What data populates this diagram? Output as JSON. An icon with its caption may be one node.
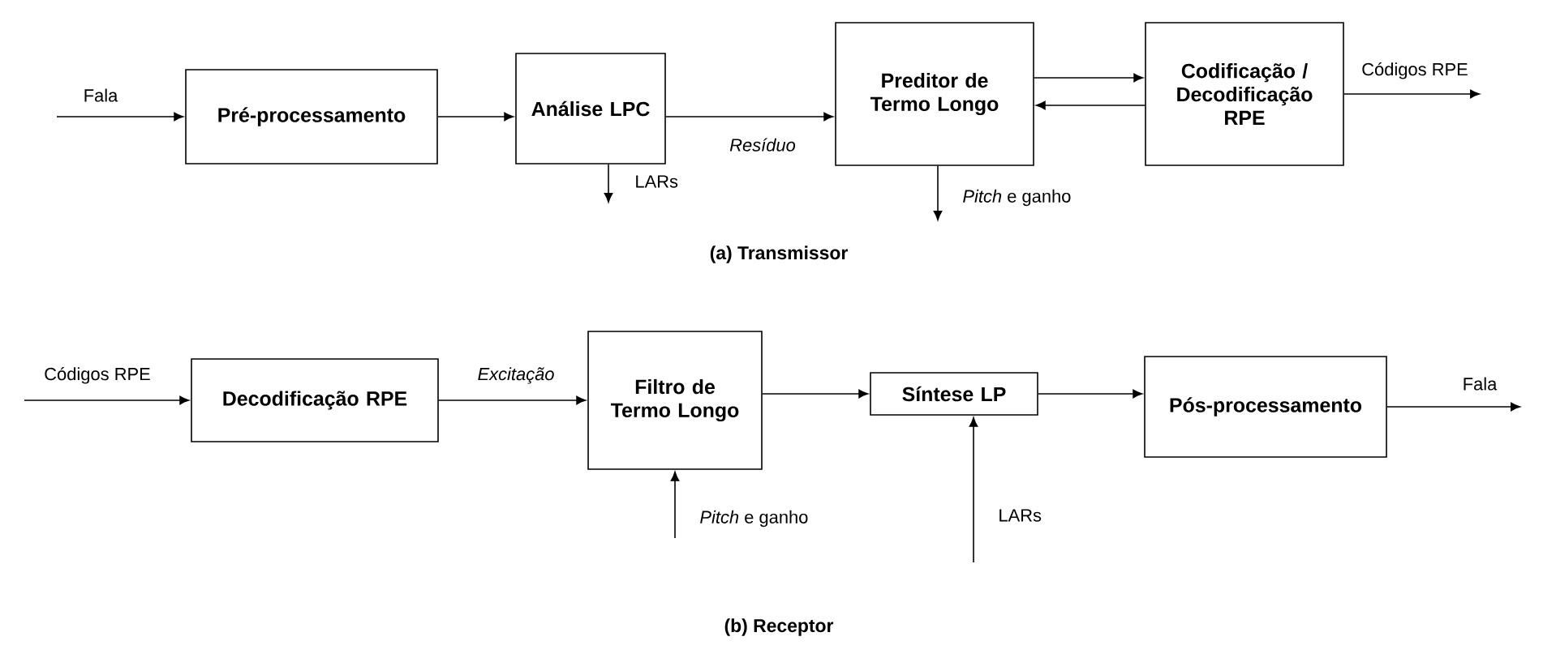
{
  "diagram": {
    "nodes": [
      {
        "text": [
          "Pré-processamento"
        ]
      },
      {
        "text": [
          "Análise LPC"
        ]
      },
      {
        "text": [
          "Preditor de Termo Longo"
        ]
      },
      {
        "text": [
          "Codificação / Decodificação RPE"
        ]
      },
      {
        "text": [
          "Decodificação RPE"
        ]
      },
      {
        "text": [
          "Filtro de Termo Longo"
        ]
      },
      {
        "text": [
          "Síntese LP"
        ]
      },
      {
        "text": [
          "Pós-processamento"
        ]
      }
    ],
    "edges": [
      {
        "from": null,
        "to": 0,
        "arrow": "to",
        "label": "Fala"
      },
      {
        "from": 0,
        "to": 1,
        "arrow": "to"
      },
      {
        "from": 1,
        "to": 2,
        "arrow": "to",
        "label": "*Resíduo*"
      },
      {
        "from": 2,
        "to": 3,
        "arrow": "to"
      },
      {
        "from": 3,
        "to": 2,
        "arrow": "to"
      },
      {
        "from": 3,
        "to": null,
        "arrow": "to",
        "label": "Códigos RPE"
      },
      {
        "from": 1,
        "to": null,
        "arrow": "to",
        "label": "LARs"
      },
      {
        "from": 2,
        "to": null,
        "arrow": "to",
        "label": "*Pitch* e ganho"
      },
      {
        "from": null,
        "to": 4,
        "arrow": "to",
        "label": "Códigos RPE"
      },
      {
        "from": 4,
        "to": 5,
        "arrow": "to",
        "label": "*Excitação*"
      },
      {
        "from": 5,
        "to": 6,
        "arrow": "to"
      },
      {
        "from": 6,
        "to": 7,
        "arrow": "to"
      },
      {
        "from": 7,
        "to": null,
        "arrow": "to",
        "label": "Fala"
      },
      {
        "from": null,
        "to": 5,
        "arrow": "to",
        "label": "*Pitch* e ganho"
      },
      {
        "from": null,
        "to": 6,
        "arrow": "to",
        "label": "LARs"
      }
    ],
    "labels": [
      "(a) Transmissor",
      "(b) Receptor"
    ]
  }
}
